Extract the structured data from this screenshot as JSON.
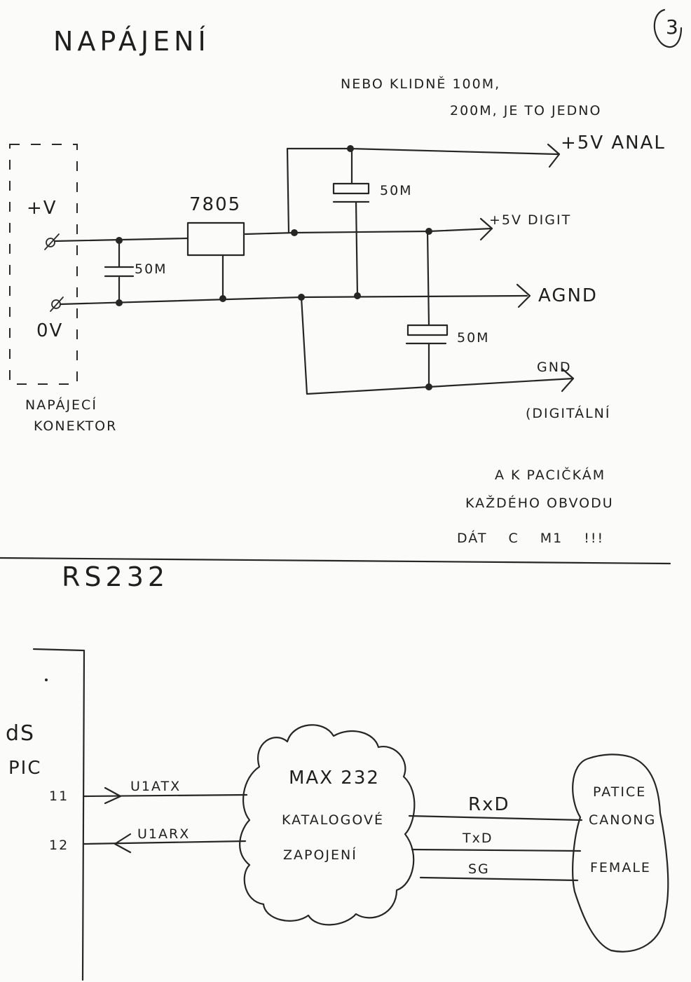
{
  "page_number": "3",
  "power": {
    "title": "NAPÁJENÍ",
    "note_line1": "NEBO KLIDNĚ 100M,",
    "note_line2": "200M, JE TO JEDNO",
    "regulator": "7805",
    "cap_label_1": "50M",
    "cap_label_2": "50M",
    "cap_label_3": "50M",
    "input_plus": "+V",
    "input_zero": "0V",
    "connector_line1": "NAPÁJECÍ",
    "connector_line2": "KONEKTOR",
    "out_analog": "+5V ANAL",
    "out_digital": "+5V DIGIT",
    "out_agnd": "AGND",
    "out_gnd": "GND",
    "out_gnd_note": "(DIGITÁLNÍ",
    "remark_line1": "A K PACIČKÁM",
    "remark_line2": "KAŽDÉHO OBVODU",
    "remark_line3": "DÁT C M1 !!!"
  },
  "rs232": {
    "title": "RS232",
    "mcu_line1": "dS",
    "mcu_line2": "PIC",
    "pin_11": "11",
    "pin_12": "12",
    "signal_tx": "U1ATX",
    "signal_rx": "U1ARX",
    "max_line1": "MAX 232",
    "max_line2": "KATALOGOVÉ",
    "max_line3": "ZAPOJENÍ",
    "rxd": "RxD",
    "txd": "TxD",
    "sg": "SG",
    "connector_line1": "PATICE",
    "connector_line2": "CANONG",
    "connector_line3": "FEMALE"
  }
}
